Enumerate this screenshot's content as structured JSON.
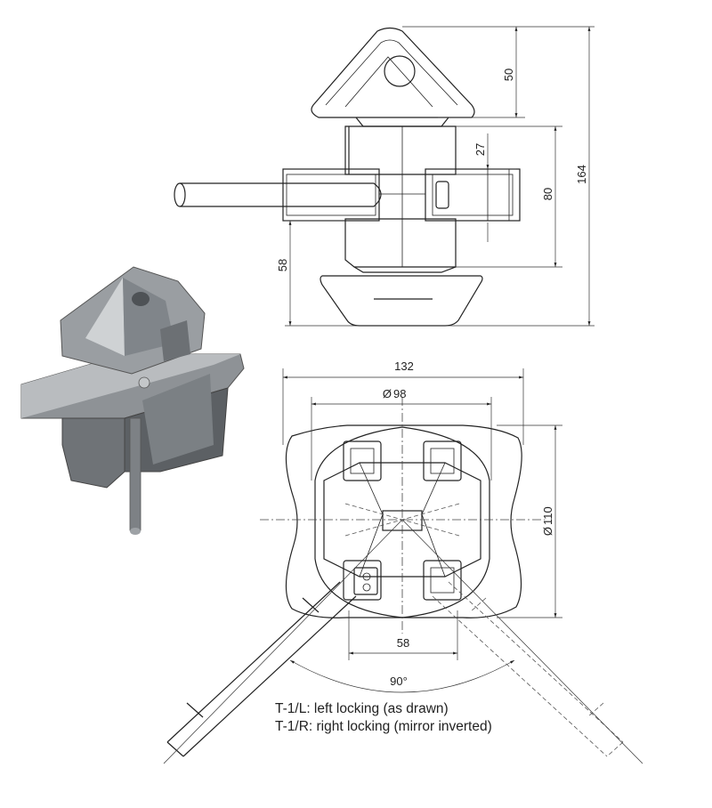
{
  "dimensions": {
    "d50": "50",
    "d164": "164",
    "d27": "27",
    "d80": "80",
    "d58_left": "58",
    "d132": "132",
    "d98": "98",
    "d110": "110",
    "d58_bottom": "58",
    "angle": "90°"
  },
  "diameter_symbol": "Ø",
  "notes": {
    "line1": "T-1/L: left locking (as drawn)",
    "line2": "T-1/R: right locking (mirror inverted)"
  },
  "colors": {
    "line": "#222222",
    "metal_light": "#b9bcbf",
    "metal_mid": "#8e9296",
    "metal_dark": "#5c6064",
    "background": "#ffffff"
  }
}
